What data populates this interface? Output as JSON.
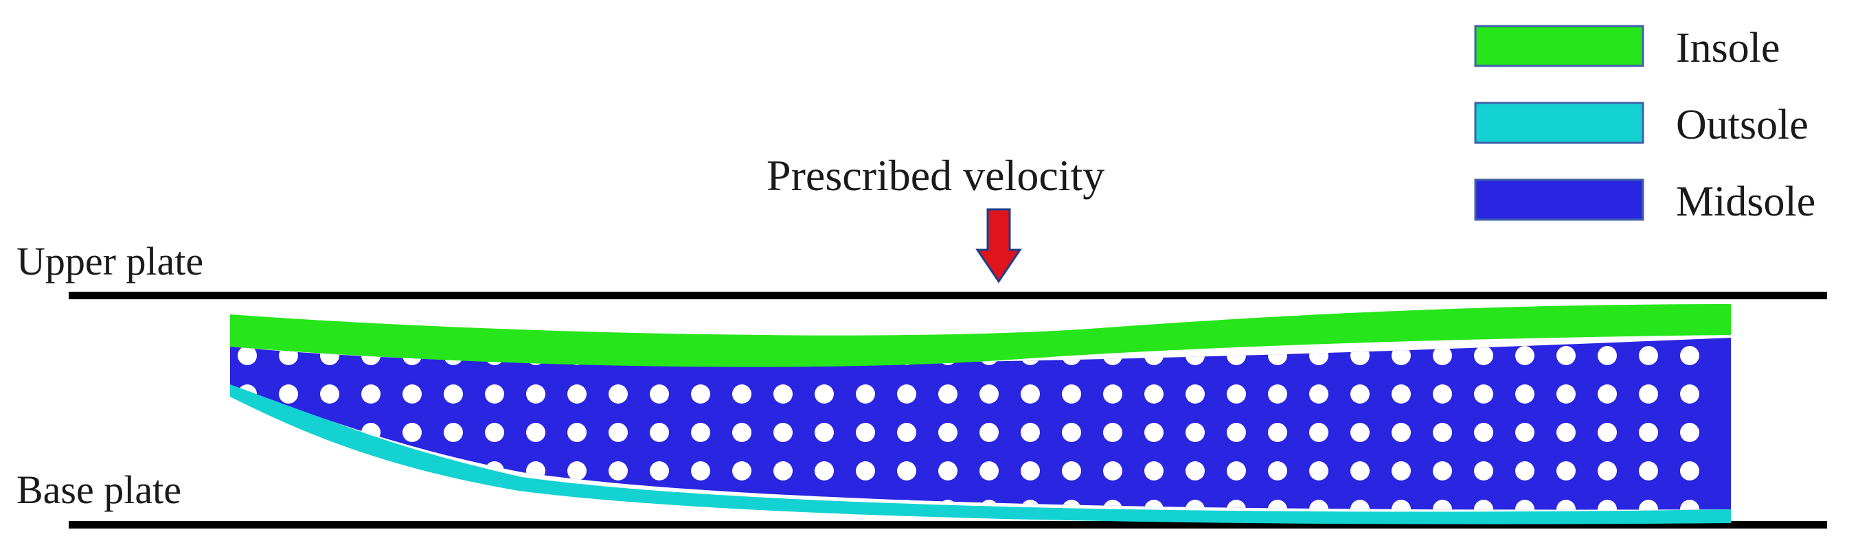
{
  "labels": {
    "upper_plate": "Upper plate",
    "base_plate": "Base plate",
    "prescribed_velocity": "Prescribed velocity"
  },
  "legend": {
    "items": [
      {
        "label": "Insole",
        "color": "#27e51b"
      },
      {
        "label": "Outsole",
        "color": "#14d2d2"
      },
      {
        "label": "Midsole",
        "color": "#2a25e0"
      }
    ]
  },
  "colors": {
    "plate": "#000000",
    "arrow_fill": "#e0141c",
    "arrow_stroke": "#1c3f8a",
    "insole": "#27e51b",
    "outsole": "#14d2d2",
    "midsole": "#2a25e0",
    "legend_border": "#3e61a8",
    "pore": "#ffffff"
  }
}
